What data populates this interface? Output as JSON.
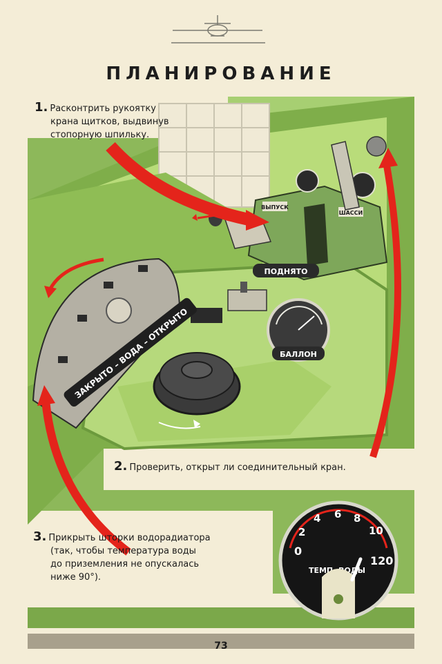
{
  "page": {
    "title": "ПЛАНИРОВАНИЕ",
    "page_number": "73"
  },
  "steps": [
    {
      "number": "1.",
      "lines": [
        "Расконтрить рукоятку",
        "крана щитков, выдвинув",
        "стопорную шпильку."
      ]
    },
    {
      "number": "2.",
      "lines": [
        "Проверить, открыт ли соединительный кран."
      ]
    },
    {
      "number": "3.",
      "lines": [
        "Прикрыть шторки водорадиатора",
        "(так, чтобы температура воды",
        "до приземления не опускалась",
        "ниже 90°)."
      ]
    }
  ],
  "panel_labels": {
    "shutter_plate": "ЗАКРЫТО – ВОДА – ОТКРЫТО",
    "raised": "ПОДНЯТО",
    "balloon": "БАЛЛОН",
    "lever_plate_left": "ВЫПУСК",
    "lever_plate_right": "ШАССИ"
  },
  "temp_gauge": {
    "label": "ТЕМП. ВОДЫ",
    "scale_numbers": [
      "0",
      "2",
      "4",
      "6",
      "8",
      "10",
      "120"
    ],
    "needle_value": 90
  },
  "colors": {
    "paper": "#f4edd7",
    "green_dark": "#7ba84a",
    "green_light": "#b9dc7a",
    "red_arrow": "#e4241b",
    "gauge_face": "#151515"
  }
}
